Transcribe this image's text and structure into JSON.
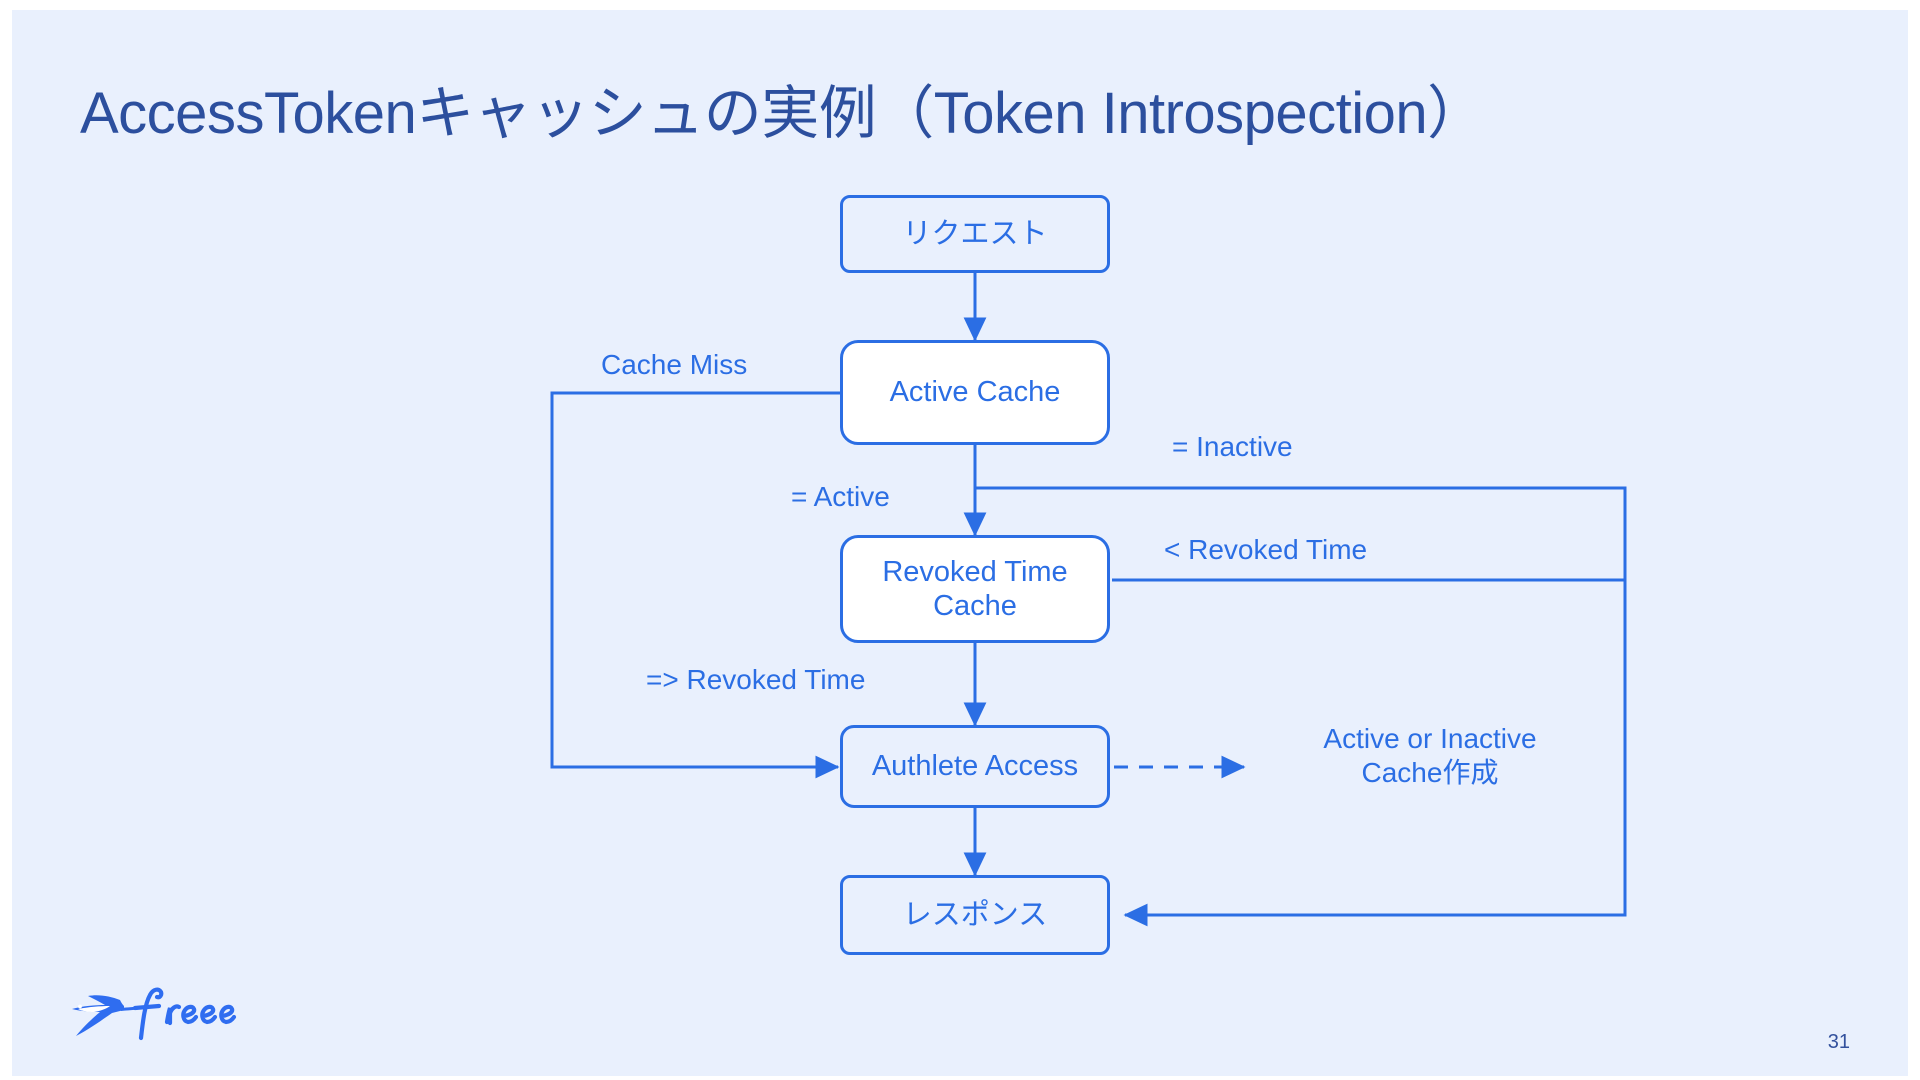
{
  "slide": {
    "title": "AccessTokenキャッシュの実例（Token Introspection）",
    "page_number": "31",
    "logo_text": "freee",
    "colors": {
      "background": "#e9f0fd",
      "title_text": "#2c4f9e",
      "accent": "#2b6ee4",
      "node_fill": "#ffffff",
      "page_number": "#33519d"
    }
  },
  "diagram": {
    "type": "flowchart",
    "nodes": [
      {
        "id": "request",
        "label": "リクエスト",
        "fill": "transparent"
      },
      {
        "id": "active-cache",
        "label": "Active Cache",
        "fill": "white"
      },
      {
        "id": "revoked-cache",
        "label": "Revoked Time\nCache",
        "fill": "white"
      },
      {
        "id": "authlete",
        "label": "Authlete Access",
        "fill": "transparent"
      },
      {
        "id": "response",
        "label": "レスポンス",
        "fill": "transparent"
      }
    ],
    "edge_labels": [
      {
        "id": "cache-miss",
        "text": "Cache Miss"
      },
      {
        "id": "is-active",
        "text": "= Active"
      },
      {
        "id": "is-inactive",
        "text": "= Inactive"
      },
      {
        "id": "lt-revoked-time",
        "text": "< Revoked Time"
      },
      {
        "id": "gte-revoked-time",
        "text": "=> Revoked Time"
      },
      {
        "id": "cache-create",
        "text": "Active or Inactive\nCache作成"
      }
    ]
  }
}
